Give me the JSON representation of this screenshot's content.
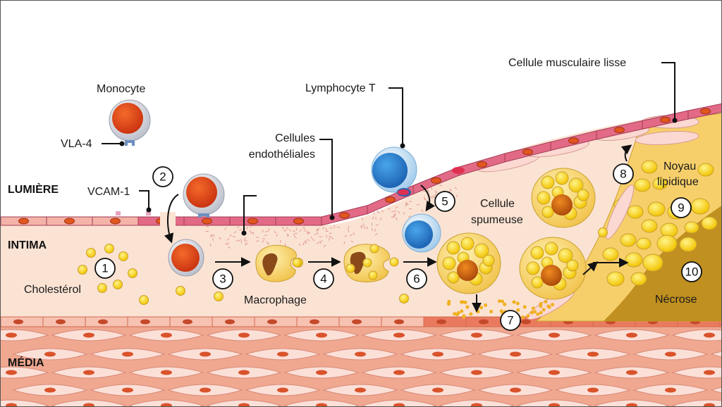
{
  "diagram": {
    "zones": {
      "lumen": "LUMIÈRE",
      "intima": "INTIMA",
      "media": "MÉDIA"
    },
    "labels": {
      "monocyte": "Monocyte",
      "vla4": "VLA-4",
      "vcam1": "VCAM-1",
      "cholesterol": "Cholestérol",
      "macrophage": "Macrophage",
      "endothelial_line1": "Cellules",
      "endothelial_line2": "endothéliales",
      "lymphocyte": "Lymphocyte T",
      "foam_cell_line1": "Cellule",
      "foam_cell_line2": "spumeuse",
      "smooth_muscle": "Cellule musculaire lisse",
      "lipid_core_line1": "Noyau",
      "lipid_core_line2": "lipidique",
      "necrosis": "Nécrose"
    },
    "steps": [
      "1",
      "2",
      "3",
      "4",
      "5",
      "6",
      "7",
      "8",
      "9",
      "10"
    ],
    "colors": {
      "lumen": "#ffffff",
      "intima": "#fbe3d3",
      "endothelium": "#e26a86",
      "endothelium_light": "#f4b3a8",
      "media": "#f0a890",
      "media_cell": "#fbe0d8",
      "nucleus": "#d9532b",
      "lipid": "#f5d21b",
      "lipid_core": "#f7cf6a",
      "necrosis": "#c09020",
      "lymphocyte": "#2a86d0",
      "monocyte_nucleus": "#e8491d"
    }
  }
}
